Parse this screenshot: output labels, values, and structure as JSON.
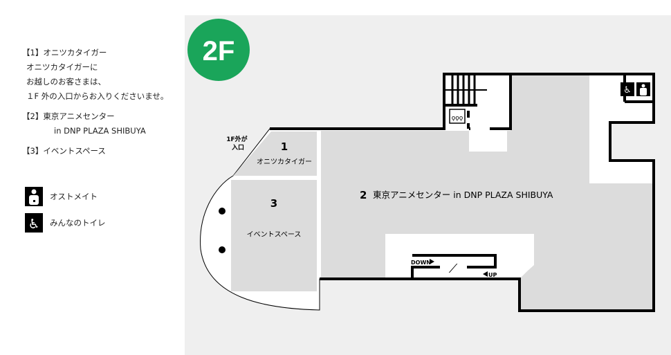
{
  "floor_badge": {
    "label": "2F",
    "color": "#1aa55a"
  },
  "legend": {
    "item1_title": "【1】オニツカタイガー",
    "item1_note": [
      "オニツカタイガーに",
      "お越しのお客さまは、",
      "１F 外の入口からお入りくださいませ。"
    ],
    "item2_title": "【2】東京アニメセンター",
    "item2_sub": "in DNP PLAZA SHIBUYA",
    "item3_title": "【3】イベントスペース",
    "ostomate": {
      "icon": "ostomate-icon",
      "label": "オストメイト"
    },
    "accessible_toilet": {
      "icon": "wheelchair-icon",
      "label": "みんなのトイレ"
    }
  },
  "map": {
    "entrance_label": [
      "1F外が",
      "入口"
    ],
    "area1": {
      "number": "1",
      "name": "オニツカタイガー"
    },
    "area2": {
      "number": "2",
      "name": "東京アニメセンター in DNP PLAZA SHIBUYA"
    },
    "area3": {
      "number": "3",
      "name": "イベントスペース"
    },
    "escalator_down": "DOWN",
    "escalator_up": "UP",
    "colors": {
      "panel": "#efefef",
      "area": "#dcdcdc",
      "wall": "#000000"
    }
  }
}
